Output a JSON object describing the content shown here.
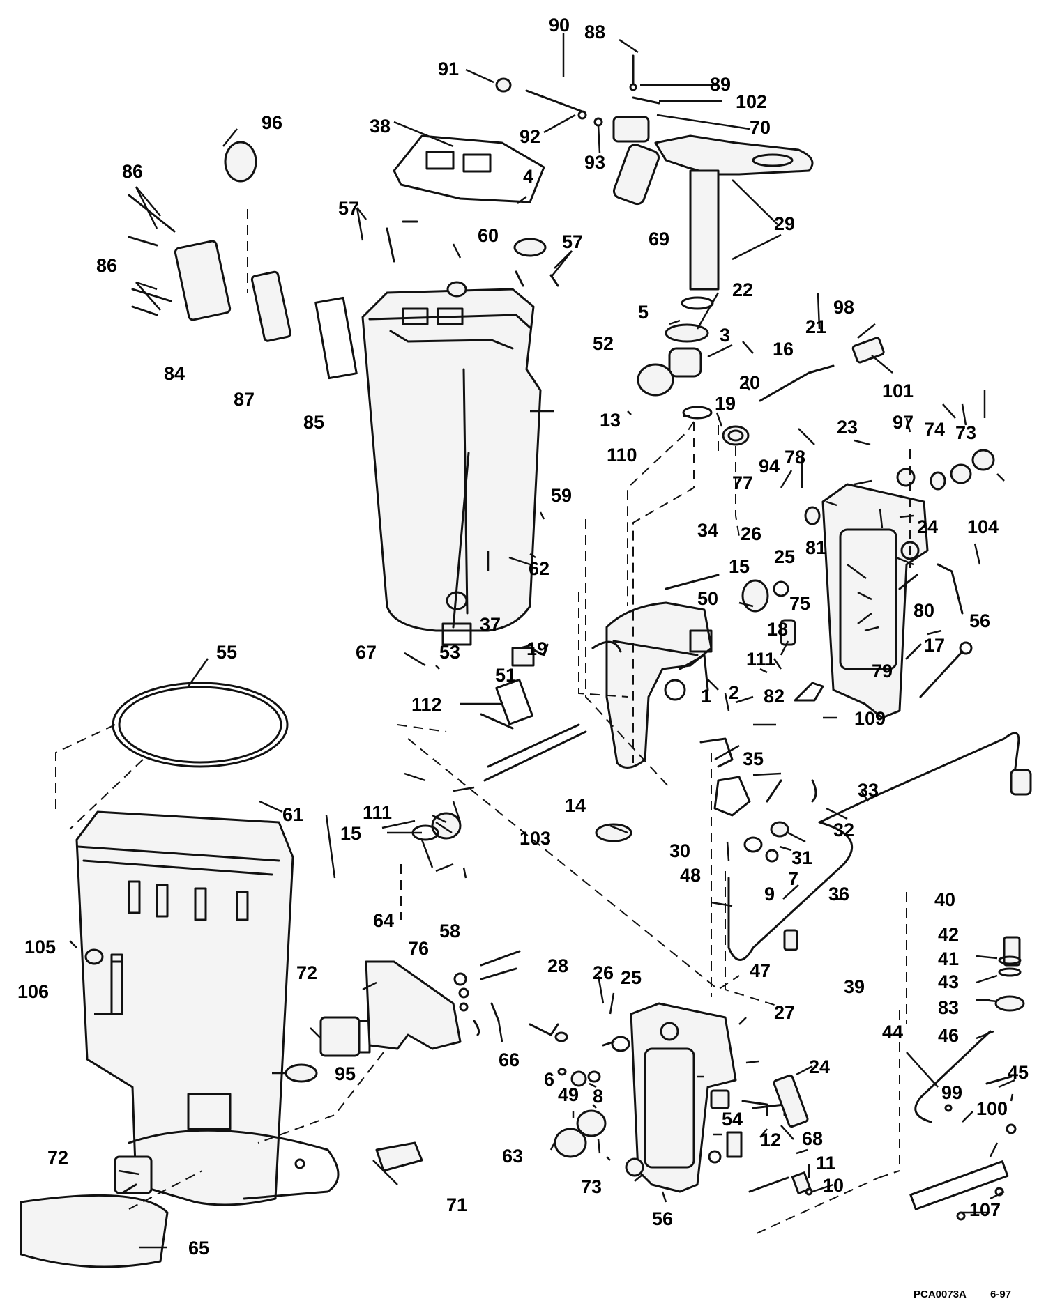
{
  "footer": {
    "code": "PCA0073A",
    "date": "6-97"
  },
  "callouts": [
    "1",
    "2",
    "3",
    "4",
    "5",
    "6",
    "7",
    "8",
    "9",
    "10",
    "11",
    "12",
    "13",
    "14",
    "15",
    "15",
    "16",
    "17",
    "18",
    "19",
    "19",
    "20",
    "21",
    "22",
    "23",
    "24",
    "24",
    "25",
    "25",
    "26",
    "26",
    "27",
    "28",
    "29",
    "30",
    "31",
    "32",
    "33",
    "34",
    "35",
    "36",
    "37",
    "38",
    "39",
    "40",
    "41",
    "42",
    "43",
    "44",
    "45",
    "46",
    "47",
    "48",
    "49",
    "50",
    "51",
    "52",
    "53",
    "54",
    "55",
    "56",
    "56",
    "57",
    "57",
    "58",
    "59",
    "60",
    "61",
    "62",
    "63",
    "64",
    "65",
    "66",
    "67",
    "68",
    "69",
    "70",
    "71",
    "72",
    "72",
    "73",
    "73",
    "74",
    "75",
    "76",
    "77",
    "78",
    "79",
    "80",
    "81",
    "82",
    "83",
    "84",
    "85",
    "86",
    "86",
    "87",
    "88",
    "89",
    "90",
    "91",
    "92",
    "93",
    "94",
    "95",
    "96",
    "97",
    "98",
    "99",
    "100",
    "101",
    "102",
    "103",
    "104",
    "105",
    "106",
    "107",
    "109",
    "110",
    "111",
    "111",
    "112"
  ]
}
